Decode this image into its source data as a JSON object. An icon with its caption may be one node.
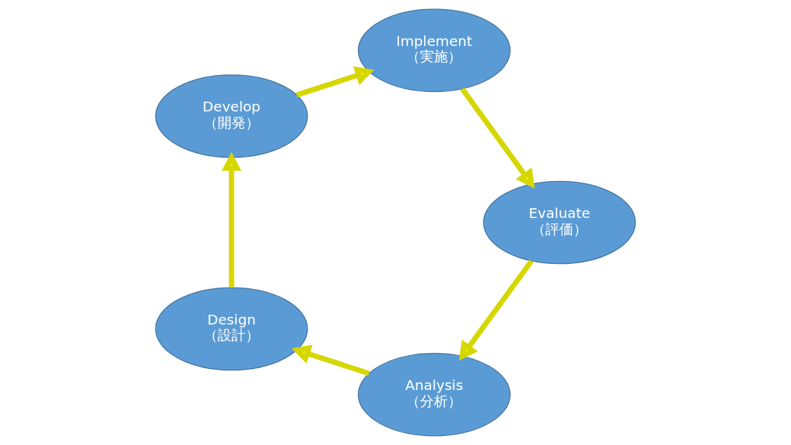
{
  "diagram": {
    "nodes": [
      {
        "text": [
          "Analysis",
          "（分析）"
        ]
      },
      {
        "text": [
          "Design",
          "（設計）"
        ]
      },
      {
        "text": [
          "Develop",
          "（開発）"
        ]
      },
      {
        "text": [
          "Implement",
          "（実施）"
        ]
      },
      {
        "text": [
          "Evaluate",
          "（評価）"
        ]
      }
    ],
    "edges": [
      {
        "from": 0,
        "to": 1,
        "arrow": "to"
      },
      {
        "from": 1,
        "to": 2,
        "arrow": "to"
      },
      {
        "from": 2,
        "to": 3,
        "arrow": "to"
      },
      {
        "from": 3,
        "to": 4,
        "arrow": "to"
      },
      {
        "from": 4,
        "to": 0,
        "arrow": "to"
      }
    ]
  }
}
